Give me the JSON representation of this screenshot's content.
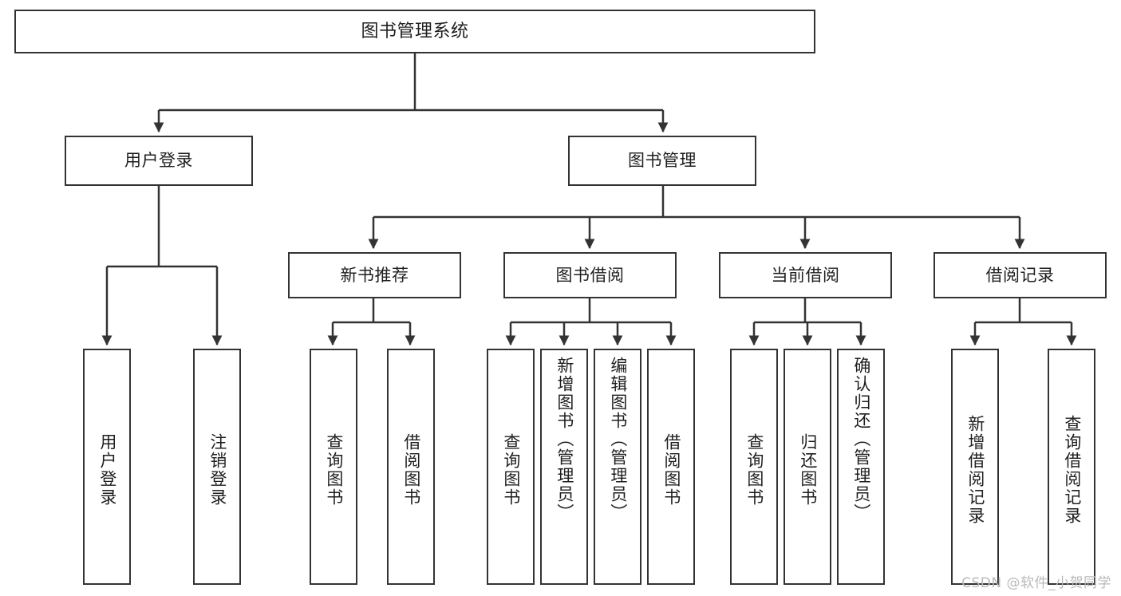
{
  "diagram": {
    "type": "tree",
    "title": "图书管理系统",
    "stroke_color": "#333333",
    "text_color": "#1f1f1f",
    "background_color": "#ffffff",
    "nodes": {
      "root": {
        "label": "图书管理系统"
      },
      "level1": [
        {
          "id": "user-login",
          "label": "用户登录"
        },
        {
          "id": "book-manage",
          "label": "图书管理"
        }
      ],
      "level2": [
        {
          "id": "new-book-recommend",
          "label": "新书推荐"
        },
        {
          "id": "book-borrow",
          "label": "图书借阅"
        },
        {
          "id": "current-borrow",
          "label": "当前借阅"
        },
        {
          "id": "borrow-record",
          "label": "借阅记录"
        }
      ],
      "leaves": {
        "user-login": [
          {
            "id": "leaf-user-login",
            "label": "用户登录"
          },
          {
            "id": "leaf-user-logout",
            "label": "注销登录"
          }
        ],
        "new-book-recommend": [
          {
            "id": "leaf-query-book-1",
            "label": "查询图书"
          },
          {
            "id": "leaf-borrow-book-1",
            "label": "借阅图书"
          }
        ],
        "book-borrow": [
          {
            "id": "leaf-query-book-2",
            "label": "查询图书"
          },
          {
            "id": "leaf-add-book",
            "label": "新增图书（管理员）"
          },
          {
            "id": "leaf-edit-book",
            "label": "编辑图书（管理员）"
          },
          {
            "id": "leaf-borrow-book-2",
            "label": "借阅图书"
          }
        ],
        "current-borrow": [
          {
            "id": "leaf-query-book-3",
            "label": "查询图书"
          },
          {
            "id": "leaf-return-book",
            "label": "归还图书"
          },
          {
            "id": "leaf-confirm-return",
            "label": "确认归还（管理员）"
          }
        ],
        "borrow-record": [
          {
            "id": "leaf-add-record",
            "label": "新增借阅记录"
          },
          {
            "id": "leaf-query-record",
            "label": "查询借阅记录"
          }
        ]
      }
    }
  },
  "watermark": {
    "text": "CSDN @软件_小贺同学"
  }
}
